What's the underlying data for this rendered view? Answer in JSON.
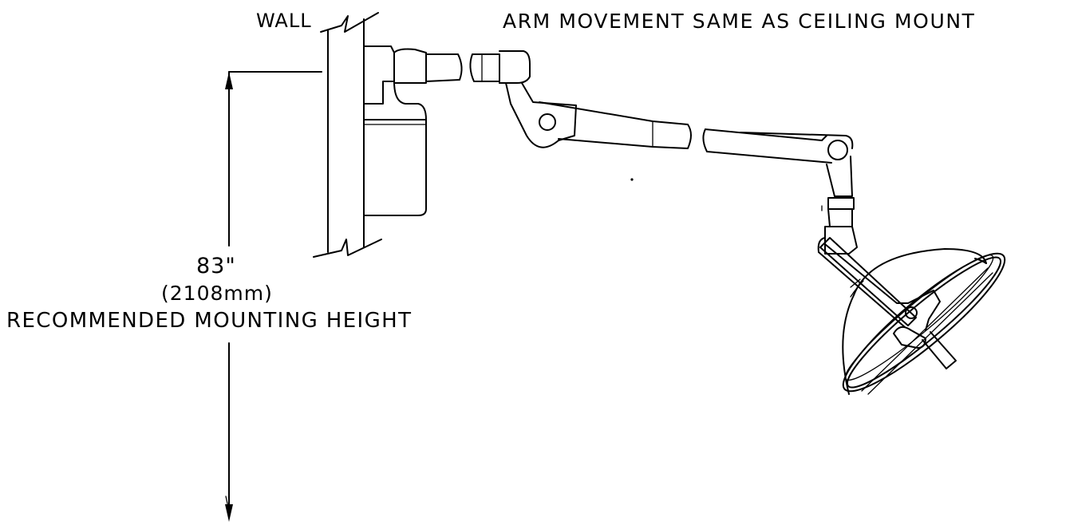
{
  "labels": {
    "wall": "WALL",
    "arm_note": "ARM MOVEMENT SAME AS CEILING MOUNT",
    "height_imperial": "83\"",
    "height_metric": "(2108mm)",
    "height_caption": "RECOMMENDED MOUNTING HEIGHT"
  },
  "colors": {
    "line": "#000000",
    "background": "#ffffff"
  }
}
